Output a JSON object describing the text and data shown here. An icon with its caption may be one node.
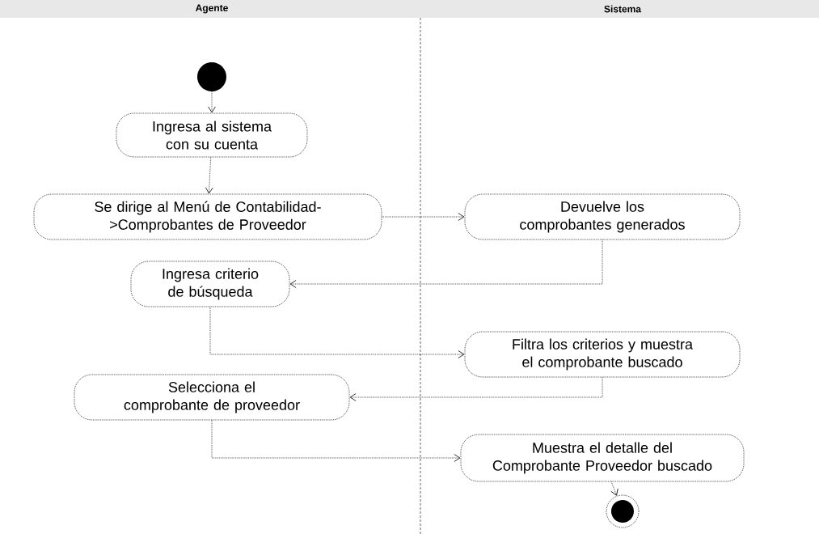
{
  "diagram": {
    "nodes": [
      {
        "text": [],
        "shape": "circle"
      },
      {
        "text": [
          "Ingresa al sistema con su cuenta"
        ]
      },
      {
        "text": [
          "Se dirige al Menú de Contabilidad- >Comprobantes de Proveedor"
        ]
      },
      {
        "text": [
          "Devuelve los comprobantes generados"
        ]
      },
      {
        "text": [
          "Ingresa criterio de búsqueda"
        ]
      },
      {
        "text": [
          "Filtra los criterios y muestra el comprobante buscado"
        ]
      },
      {
        "text": [
          "Selecciona el comprobante de proveedor"
        ]
      },
      {
        "text": [
          "Muestra el detalle del Comprobante Proveedor buscado"
        ]
      },
      {
        "text": [],
        "shape": "circle"
      }
    ],
    "edges": [
      {
        "from": 0,
        "to": 1,
        "arrow": "to"
      },
      {
        "from": 1,
        "to": 2,
        "arrow": "to"
      },
      {
        "from": 2,
        "to": 3,
        "arrow": "to"
      },
      {
        "from": 3,
        "to": 4,
        "arrow": "to"
      },
      {
        "from": 4,
        "to": 5,
        "arrow": "to"
      },
      {
        "from": 5,
        "to": 6,
        "arrow": "to"
      },
      {
        "from": 6,
        "to": 7,
        "arrow": "to"
      },
      {
        "from": 7,
        "to": 8,
        "arrow": "to"
      }
    ],
    "labels": [
      "Agente",
      "Sistema"
    ]
  }
}
